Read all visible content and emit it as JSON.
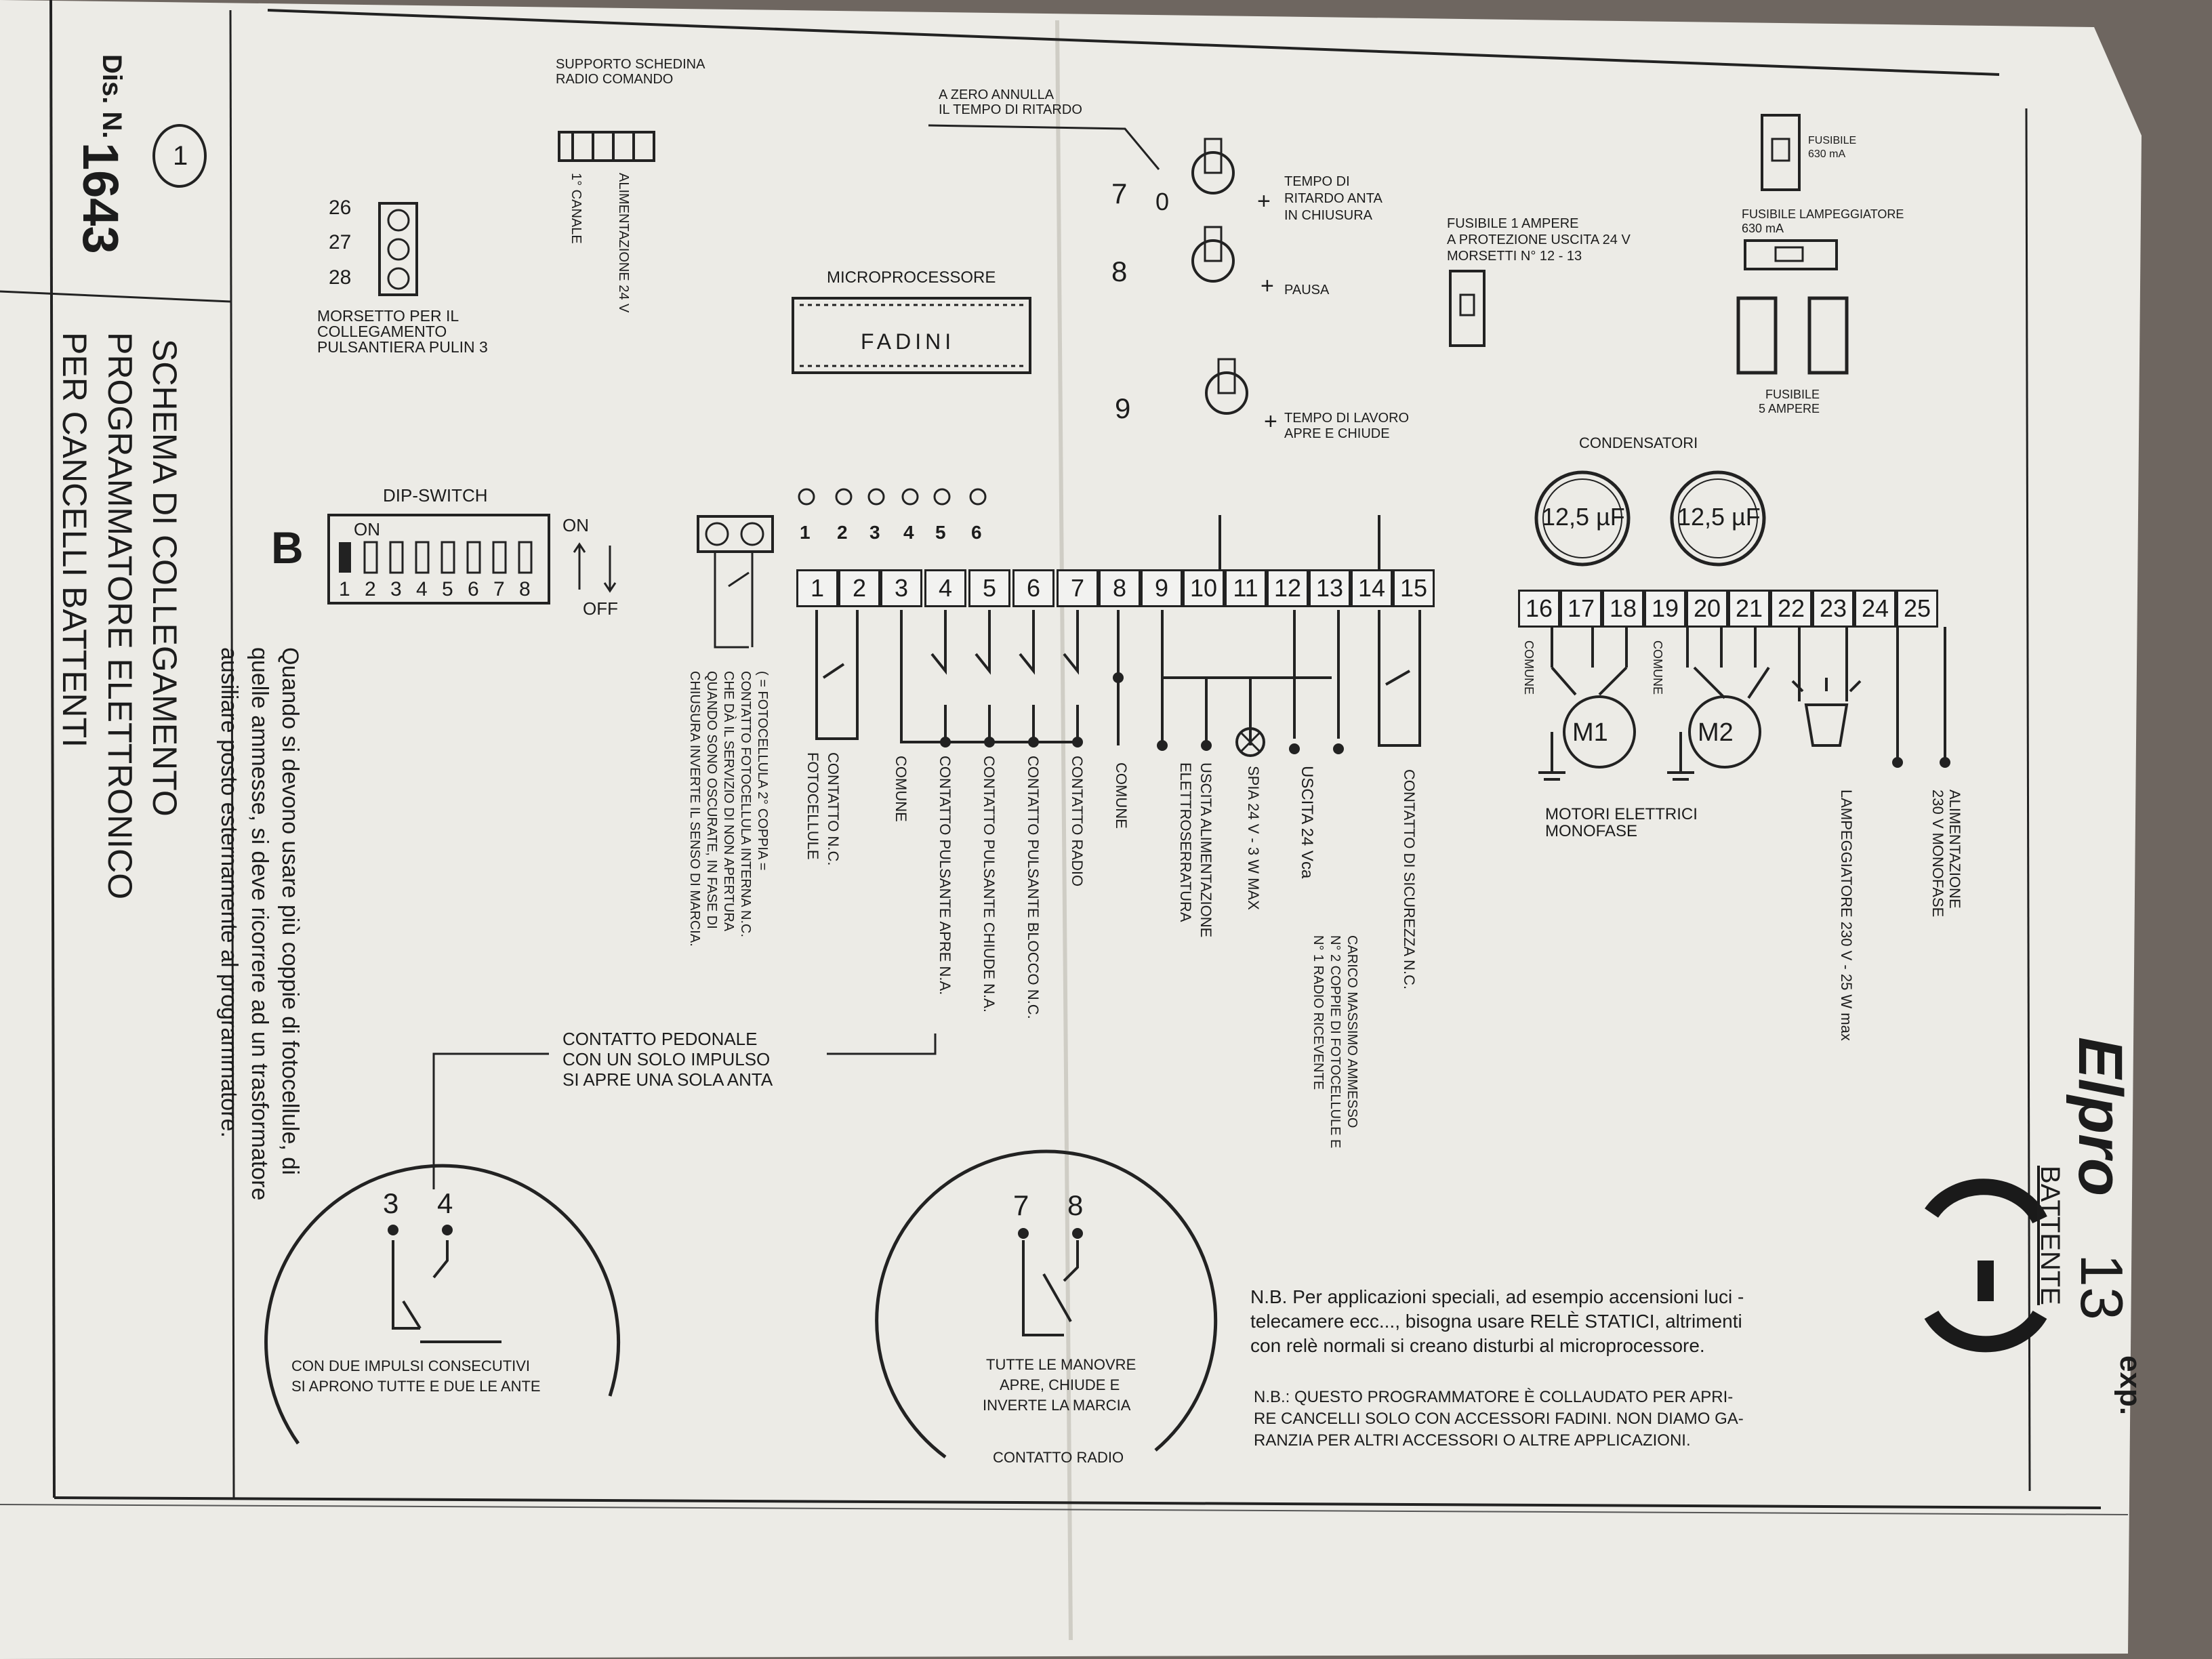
{
  "doc": {
    "drawing_number_label": "Dis. N.",
    "drawing_number": "1643",
    "sheet_number": "1",
    "title_lines": [
      "SCHEMA DI COLLEGAMENTO",
      "PROGRAMMATORE ELETTRONICO",
      "PER CANCELLI BATTENTI"
    ],
    "brand": "Elpro",
    "model": "13",
    "model_suffix": "exp.",
    "subtitle": "BATTENTE",
    "ce_mark": "CE"
  },
  "components": {
    "radio_support": [
      "SUPPORTO SCHEDINA",
      "RADIO COMANDO"
    ],
    "radio_power": "ALIMENTAZIONE 24 V",
    "radio_channel": "1° CANALE",
    "terminal_26_28": [
      "26",
      "27",
      "28"
    ],
    "pulin_terminal": [
      "MORSETTO PER IL",
      "COLLEGAMENTO",
      "PULSANTIERA PULIN 3"
    ],
    "microprocessor_label": "MICROPROCESSORE",
    "microprocessor_chip": "FADINI",
    "zero_note": [
      "A ZERO ANNULLA",
      "IL TEMPO DI RITARDO"
    ],
    "trimmers": [
      {
        "num": "7",
        "zero": "0",
        "plus": "+",
        "label": [
          "TEMPO DI",
          "RITARDO ANTA",
          "IN CHIUSURA"
        ]
      },
      {
        "num": "8",
        "plus": "+",
        "label": [
          "PAUSA"
        ]
      },
      {
        "num": "9",
        "plus": "+",
        "label": [
          "TEMPO DI LAVORO",
          "APRE E CHIUDE"
        ]
      }
    ],
    "fuse_1a": [
      "FUSIBILE 1 AMPERE",
      "A PROTEZIONE USCITA 24 V",
      "MORSETTI N° 12 - 13"
    ],
    "fuse_630": [
      "FUSIBILE",
      "630 mA"
    ],
    "fuse_lamp": [
      "FUSIBILE LAMPEGGIATORE",
      "630 mA"
    ],
    "fuse_5a": [
      "FUSIBILE",
      "5 AMPERE"
    ],
    "capacitors_label": "CONDENSATORI",
    "capacitors": [
      "12,5 µF",
      "12,5 µF"
    ],
    "dip_label": "DIP-SWITCH",
    "dip_letter": "B",
    "dip_on": "ON",
    "dip_on_right": "ON",
    "dip_off": "OFF",
    "dip_numbers": [
      "1",
      "2",
      "3",
      "4",
      "5",
      "6",
      "7",
      "8"
    ],
    "led_numbers": [
      "1",
      "2",
      "3",
      "4",
      "5",
      "6"
    ]
  },
  "terminals_left": [
    "1",
    "2",
    "3",
    "4",
    "5",
    "6",
    "7",
    "8",
    "9",
    "10",
    "11",
    "12",
    "13",
    "14",
    "15"
  ],
  "terminals_right": [
    "16",
    "17",
    "18",
    "19",
    "20",
    "21",
    "22",
    "23",
    "24",
    "25"
  ],
  "terminal_labels": [
    [
      "CONTATTO N.C.",
      "FOTOCELLULE"
    ],
    [
      "COMUNE"
    ],
    [
      "CONTATTO PULSANTE APRE N.A."
    ],
    [
      "CONTATTO PULSANTE CHIUDE N.A."
    ],
    [
      "CONTATTO PULSANTE BLOCCO N.C."
    ],
    [
      "CONTATTO RADIO"
    ],
    [
      "COMUNE"
    ],
    [
      "USCITA ALIMENTAZIONE",
      "ELETTROSERRATURA"
    ],
    [
      "SPIA 24 V - 3 W MAX"
    ],
    [
      "USCITA 24 Vca"
    ],
    [
      "CARICO MASSIMO AMMESSO",
      "N° 2 COPPIE DI FOTOCELLULE E",
      "N° 1 RADIO RICEVENTE"
    ],
    [
      "CONTATTO DI SICUREZZA N.C."
    ]
  ],
  "motors": {
    "comune": "COMUNE",
    "m1": "M1",
    "m2": "M2",
    "label": [
      "MOTORI ELETTRICI",
      "MONOFASE"
    ],
    "lamp": "LAMPEGGIATORE 230 V - 25 W max",
    "power": [
      "ALIMENTAZIONE",
      "230 V MONOFASE"
    ]
  },
  "photocell_note": [
    "( = FOTOCELLULA 2° COPPIA =",
    "CONTATTO FOTOCELLULA INTERNA N.C.",
    "CHE DÀ IL SERVIZIO DI NON APERTURA",
    "QUANDO SONO OSCURATE, IN FASE DI",
    "CHIUSURA INVERTE IL SENSO DI MARCIA."
  ],
  "transformer_note": [
    "Quando si devono usare più coppie di fotocellule, di",
    "quelle ammesse, si deve ricorrere ad un trasformatore",
    "ausiliare posto esternamente al programmatore."
  ],
  "pedestrian": [
    "CONTATTO PEDONALE",
    "CON UN SOLO IMPULSO",
    "SI APRE UNA SOLA ANTA"
  ],
  "circle_left": {
    "a": "3",
    "b": "4",
    "caption": [
      "CON DUE IMPULSI CONSECUTIVI",
      "SI APRONO TUTTE E DUE LE ANTE"
    ]
  },
  "circle_mid": {
    "a": "7",
    "b": "8",
    "caption": [
      "TUTTE LE MANOVRE",
      "APRE, CHIUDE E",
      "INVERTE LA MARCIA"
    ],
    "foot": "CONTATTO RADIO"
  },
  "notes": [
    "N.B. Per applicazioni speciali, ad esempio accensioni luci -",
    "telecamere ecc..., bisogna usare RELÈ STATICI, altrimenti",
    "con relè normali si creano disturbi al microprocessore."
  ],
  "notes2": [
    "N.B.: QUESTO PROGRAMMATORE È COLLAUDATO PER APRI-",
    "RE CANCELLI SOLO CON ACCESSORI FADINI. NON DIAMO GA-",
    "RANZIA PER ALTRI ACCESSORI O ALTRE APPLICAZIONI."
  ],
  "colors": {
    "paper": "#ecebe6",
    "ink": "#1c1c1c",
    "background": "#6e6660"
  }
}
